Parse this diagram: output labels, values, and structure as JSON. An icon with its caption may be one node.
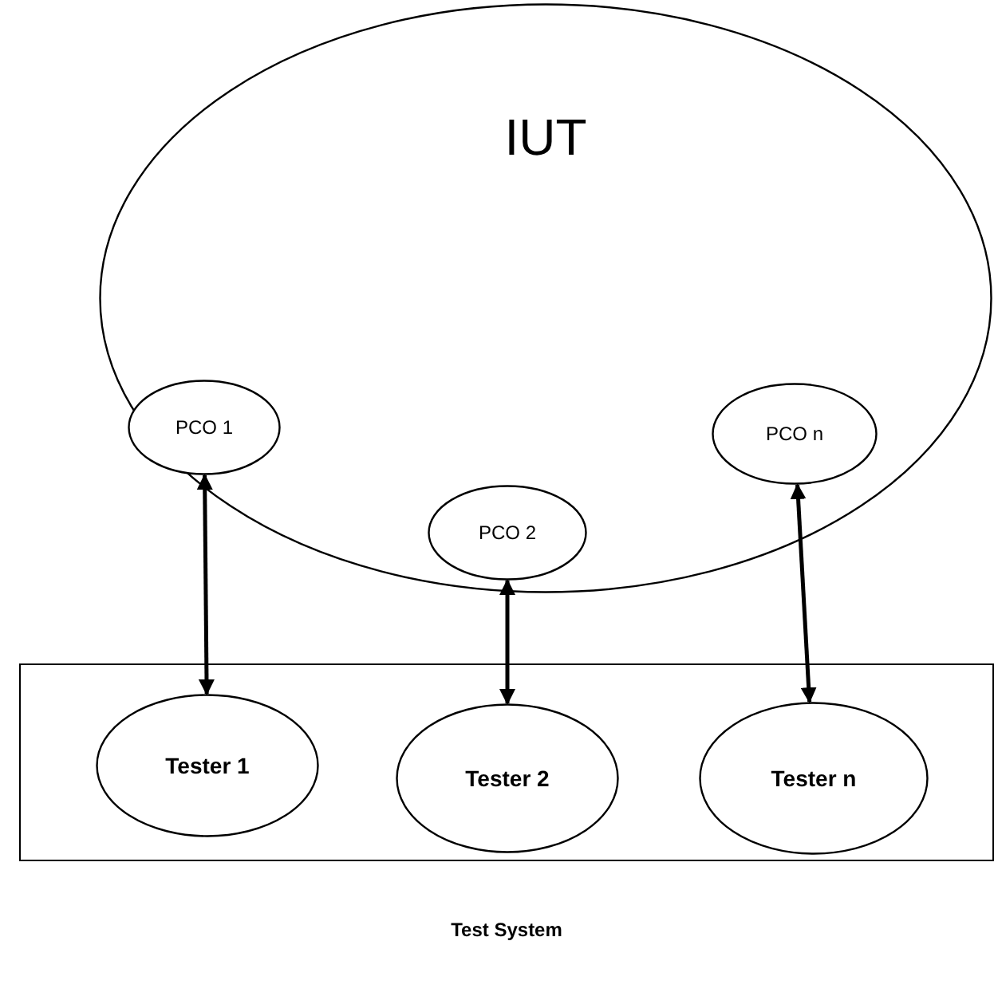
{
  "diagram": {
    "nodes": [
      {
        "text": [
          "IUT"
        ]
      },
      {
        "text": [
          "PCO 1"
        ],
        "in": 0
      },
      {
        "text": [
          "PCO 2"
        ],
        "in": 0
      },
      {
        "text": [
          "PCO n"
        ],
        "in": 0
      },
      {
        "text": [
          "Test System"
        ]
      },
      {
        "text": [
          "Tester 1"
        ],
        "in": 4
      },
      {
        "text": [
          "Tester 2"
        ],
        "in": 4
      },
      {
        "text": [
          "Tester n"
        ],
        "in": 4
      }
    ],
    "edges": [
      {
        "from": 1,
        "to": 5,
        "arrow": "both"
      },
      {
        "from": 2,
        "to": 6,
        "arrow": "both"
      },
      {
        "from": 3,
        "to": 7,
        "arrow": "both"
      }
    ]
  }
}
